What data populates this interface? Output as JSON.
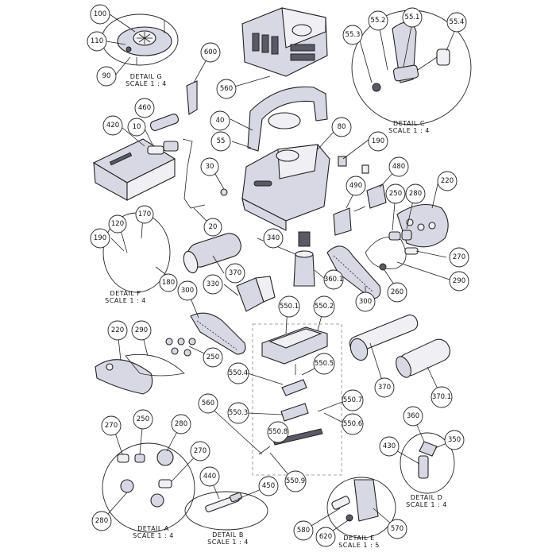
{
  "callouts": [
    {
      "id": "c100",
      "label": "100"
    },
    {
      "id": "c110",
      "label": "110"
    },
    {
      "id": "c90",
      "label": "90"
    },
    {
      "id": "c600",
      "label": "600"
    },
    {
      "id": "c560a",
      "label": "560"
    },
    {
      "id": "c55_2",
      "label": "55.2"
    },
    {
      "id": "c55_1",
      "label": "55.1"
    },
    {
      "id": "c55_4",
      "label": "55.4"
    },
    {
      "id": "c55_3",
      "label": "55.3"
    },
    {
      "id": "c460",
      "label": "460"
    },
    {
      "id": "c420",
      "label": "420"
    },
    {
      "id": "c10",
      "label": "10"
    },
    {
      "id": "c40",
      "label": "40"
    },
    {
      "id": "c55",
      "label": "55"
    },
    {
      "id": "c80",
      "label": "80"
    },
    {
      "id": "c190a",
      "label": "190"
    },
    {
      "id": "c30",
      "label": "30"
    },
    {
      "id": "c480",
      "label": "480"
    },
    {
      "id": "c220a",
      "label": "220"
    },
    {
      "id": "c490",
      "label": "490"
    },
    {
      "id": "c250a",
      "label": "250"
    },
    {
      "id": "c280a",
      "label": "280"
    },
    {
      "id": "c20",
      "label": "20"
    },
    {
      "id": "c120",
      "label": "120"
    },
    {
      "id": "c170",
      "label": "170"
    },
    {
      "id": "c190b",
      "label": "190"
    },
    {
      "id": "c340",
      "label": "340"
    },
    {
      "id": "c270a",
      "label": "270"
    },
    {
      "id": "c180",
      "label": "180"
    },
    {
      "id": "c370a",
      "label": "370"
    },
    {
      "id": "c290a",
      "label": "290"
    },
    {
      "id": "c330",
      "label": "330"
    },
    {
      "id": "c360_1",
      "label": "360.1"
    },
    {
      "id": "c260",
      "label": "260"
    },
    {
      "id": "c300a",
      "label": "300"
    },
    {
      "id": "c300b",
      "label": "300"
    },
    {
      "id": "c550_1",
      "label": "550.1"
    },
    {
      "id": "c550_2",
      "label": "550.2"
    },
    {
      "id": "c220b",
      "label": "220"
    },
    {
      "id": "c290b",
      "label": "290"
    },
    {
      "id": "c250b",
      "label": "250"
    },
    {
      "id": "c550_4",
      "label": "550.4"
    },
    {
      "id": "c550_5",
      "label": "550.5"
    },
    {
      "id": "c370b",
      "label": "370"
    },
    {
      "id": "c370_1",
      "label": "370.1"
    },
    {
      "id": "c560b",
      "label": "560"
    },
    {
      "id": "c550_3",
      "label": "550.3"
    },
    {
      "id": "c550_7",
      "label": "550.7"
    },
    {
      "id": "c550_6",
      "label": "550.6"
    },
    {
      "id": "c270b",
      "label": "270"
    },
    {
      "id": "c250c",
      "label": "250"
    },
    {
      "id": "c280b",
      "label": "280"
    },
    {
      "id": "c270c",
      "label": "270"
    },
    {
      "id": "c550_8",
      "label": "550.8"
    },
    {
      "id": "c360",
      "label": "360"
    },
    {
      "id": "c430",
      "label": "430"
    },
    {
      "id": "c350",
      "label": "350"
    },
    {
      "id": "c440",
      "label": "440"
    },
    {
      "id": "c450",
      "label": "450"
    },
    {
      "id": "c550_9",
      "label": "550.9"
    },
    {
      "id": "c280c",
      "label": "280"
    },
    {
      "id": "c580",
      "label": "580"
    },
    {
      "id": "c620",
      "label": "620"
    },
    {
      "id": "c570",
      "label": "570"
    }
  ],
  "captions": {
    "detail_g": {
      "title": "DETAIL G",
      "scale": "SCALE 1 : 4"
    },
    "detail_c": {
      "title": "DETAIL C",
      "scale": "SCALE 1 : 4"
    },
    "detail_f": {
      "title": "DETAIL F",
      "scale": "SCALE 1 : 4"
    },
    "detail_a": {
      "title": "DETAIL A",
      "scale": "SCALE 1 : 4"
    },
    "detail_b": {
      "title": "DETAIL B",
      "scale": "SCALE 1 : 4"
    },
    "detail_d": {
      "title": "DETAIL D",
      "scale": "SCALE 1 : 4"
    },
    "detail_e": {
      "title": "DETAIL E",
      "scale": "SCALE 1 : 5"
    }
  }
}
